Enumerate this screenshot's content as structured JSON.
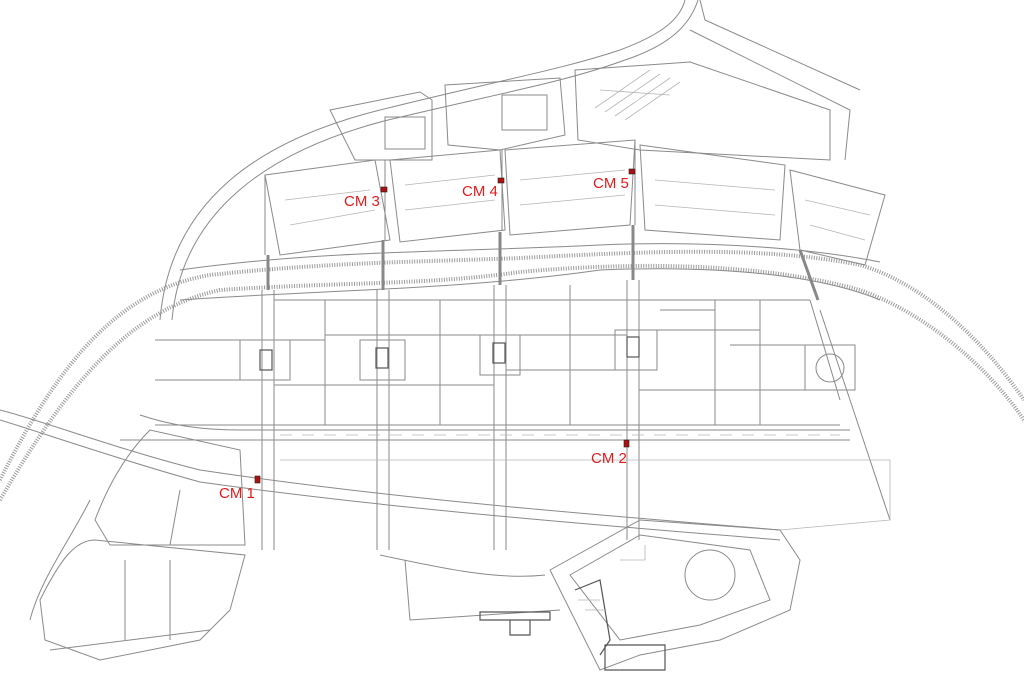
{
  "title": "Site plan",
  "markers": [
    {
      "label": "CM 1"
    },
    {
      "label": "CM 2"
    },
    {
      "label": "CM 3"
    },
    {
      "label": "CM 4"
    },
    {
      "label": "CM 5"
    }
  ],
  "colors": {
    "label": "#e31b1b",
    "line": "#8a8a8a",
    "background": "#ffffff"
  }
}
